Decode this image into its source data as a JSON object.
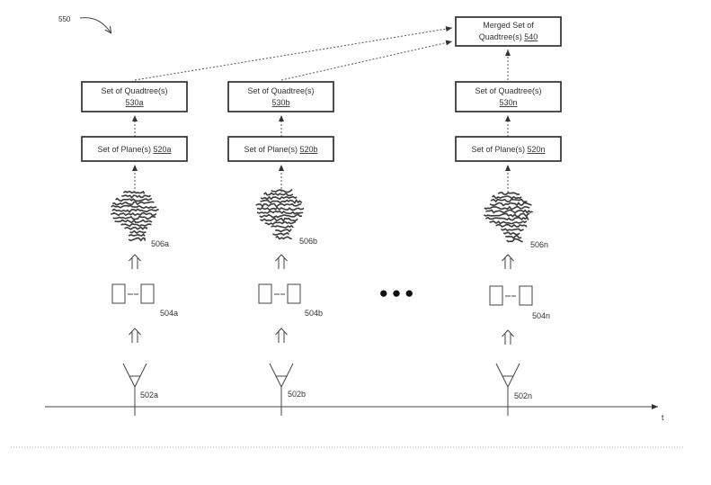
{
  "figure_ref": "550",
  "time_axis_label": "t",
  "ellipsis": "●●●",
  "merged": {
    "line1": "Merged Set of",
    "line2": "Quadtree(s)",
    "ref": "540"
  },
  "columns": [
    {
      "quadtree_text": "Set of Quadtree(s)",
      "quadtree_ref": "530a",
      "plane_text": "Set of Plane(s)",
      "plane_ref": "520a",
      "cloud_ref": "506a",
      "frames_ref": "504a",
      "camera_ref": "502a"
    },
    {
      "quadtree_text": "Set of Quadtree(s)",
      "quadtree_ref": "530b",
      "plane_text": "Set of Plane(s)",
      "plane_ref": "520b",
      "cloud_ref": "506b",
      "frames_ref": "504b",
      "camera_ref": "502b"
    },
    {
      "quadtree_text": "Set of Quadtree(s)",
      "quadtree_ref": "530n",
      "plane_text": "Set of Plane(s)",
      "plane_ref": "520n",
      "cloud_ref": "506n",
      "frames_ref": "504n",
      "camera_ref": "502n"
    }
  ]
}
